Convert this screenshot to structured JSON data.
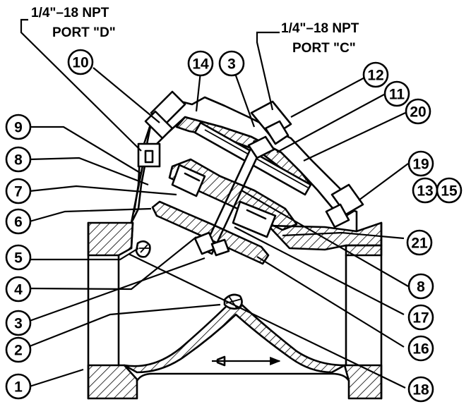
{
  "ports": {
    "d": {
      "line1": "1/4\"–18 NPT",
      "line2": "PORT \"D\""
    },
    "c": {
      "line1": "1/4\"–18 NPT",
      "line2": "PORT \"C\""
    }
  },
  "balloons": [
    "1",
    "2",
    "3",
    "3",
    "4",
    "5",
    "6",
    "7",
    "8",
    "8",
    "9",
    "10",
    "11",
    "12",
    "13",
    "14",
    "15",
    "16",
    "17",
    "18",
    "19",
    "20",
    "21"
  ]
}
